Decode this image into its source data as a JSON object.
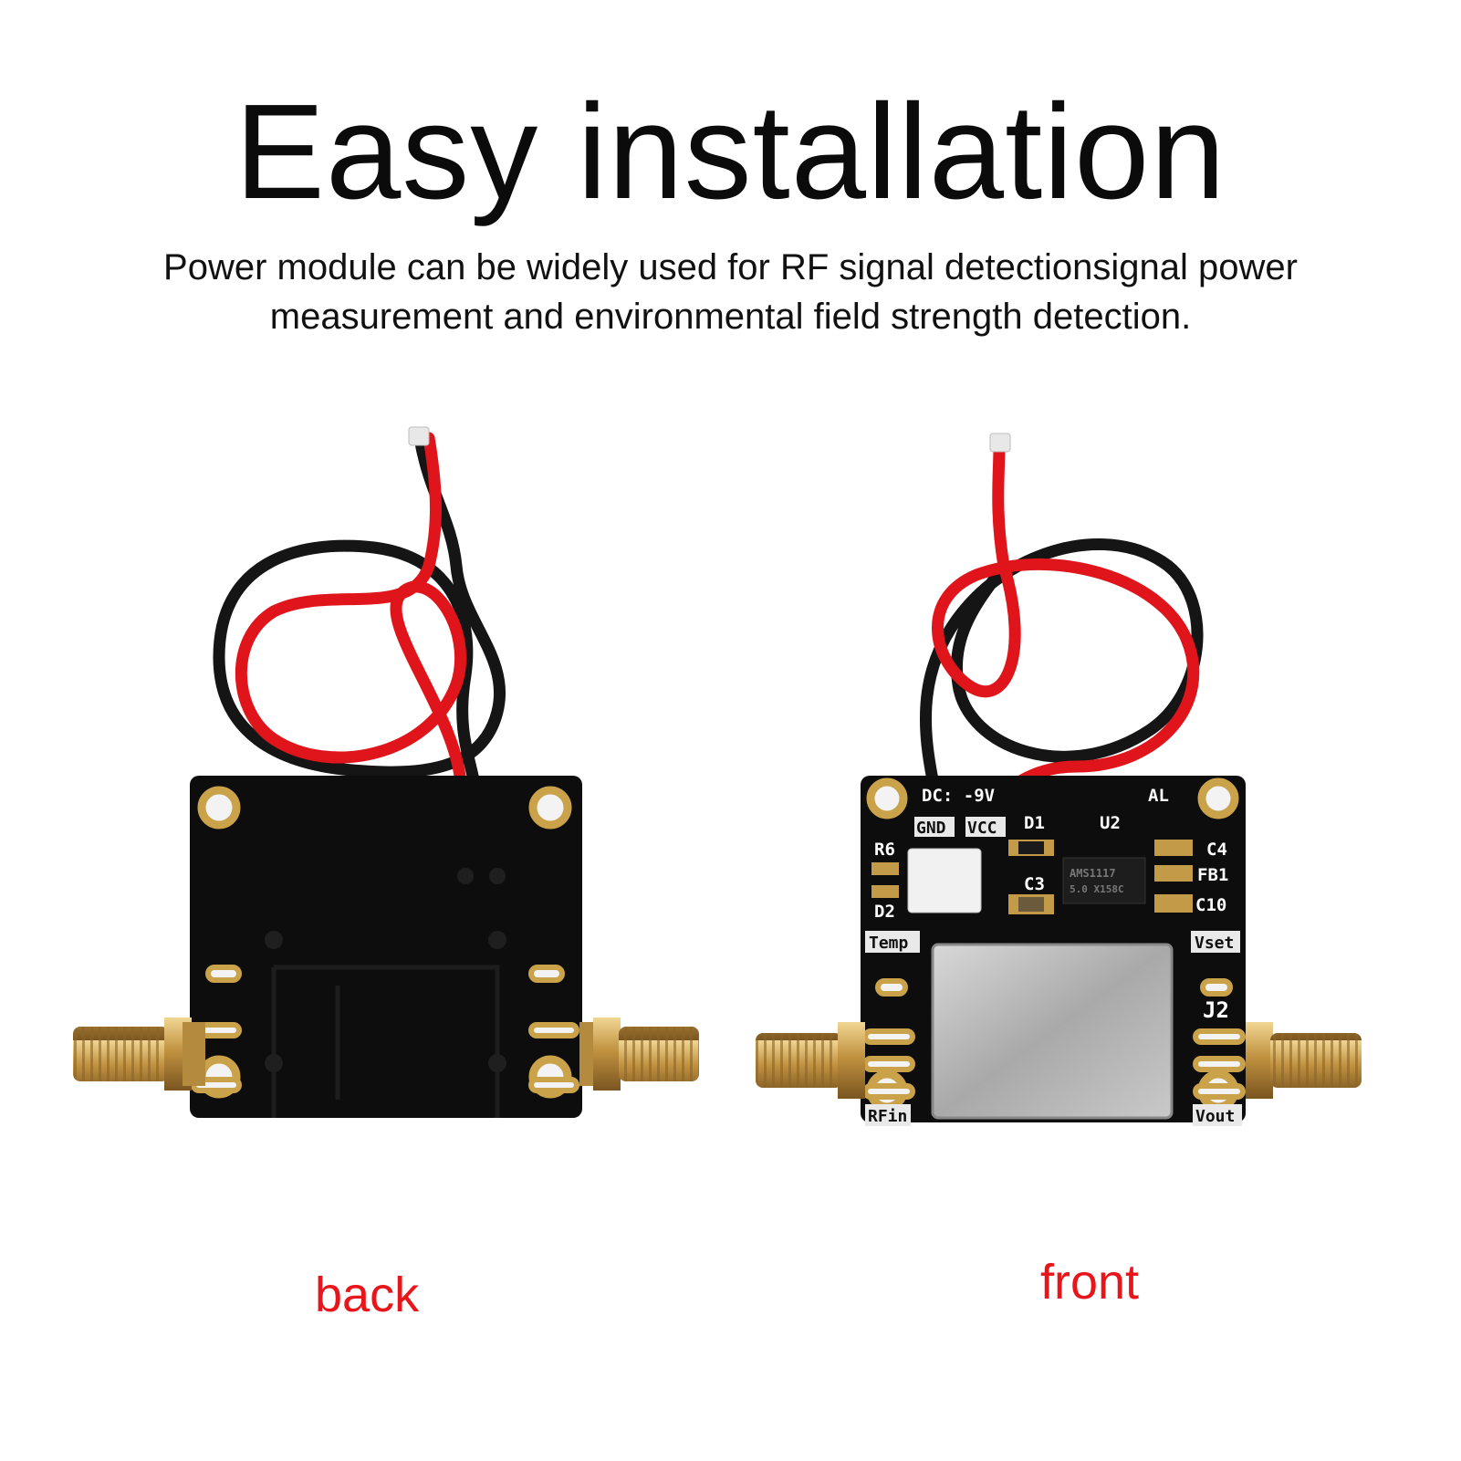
{
  "headline": "Easy installation",
  "description": {
    "line1": "Power module can be widely used for RF signal detectionsignal power",
    "line2": "measurement and environmental field strength detection."
  },
  "captions": {
    "back": "back",
    "front": "front"
  },
  "front_board_labels": {
    "dc": "DC:  -9V",
    "al": "AL",
    "gnd": "GND",
    "vcc": "VCC",
    "d1": "D1",
    "u2": "U2",
    "r6": "R6",
    "c4": "C4",
    "c3": "C3",
    "fb1": "FB1",
    "d2": "D2",
    "c10": "C10",
    "temp": "Temp",
    "vset": "Vset",
    "j2": "J2",
    "rfin": "RFin",
    "vout": "Vout",
    "chip": "AMS1117",
    "chip_sub": "5.0 X158C"
  },
  "colors": {
    "caption_red": "#e8161b",
    "pcb_black": "#0d0d0d",
    "wire_red": "#e0141b",
    "wire_black": "#151515",
    "gold": "#c9a24a"
  }
}
